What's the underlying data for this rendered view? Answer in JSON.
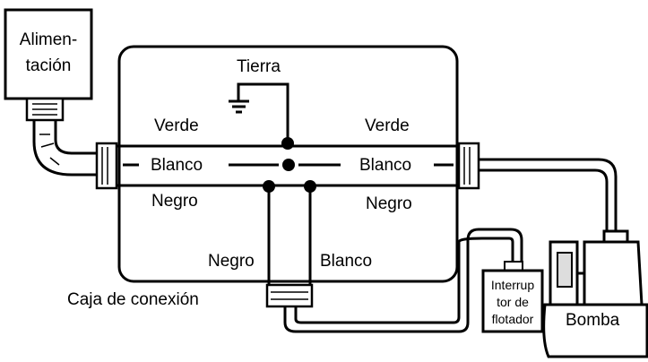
{
  "diagram": {
    "power_box": {
      "line1": "Alimen-",
      "line2": "tación"
    },
    "junction_box": {
      "caption": "Caja de conexión"
    },
    "wires": {
      "ground": "Tierra",
      "green_left": "Verde",
      "green_right": "Verde",
      "white_left": "Blanco",
      "white_right": "Blanco",
      "black_left": "Negro",
      "black_right": "Negro",
      "black_down": "Negro",
      "white_down": "Blanco"
    },
    "float_switch": {
      "line1": "Interrup",
      "line2": "tor de",
      "line3": "flotador"
    },
    "pump": {
      "label": "Bomba"
    }
  }
}
